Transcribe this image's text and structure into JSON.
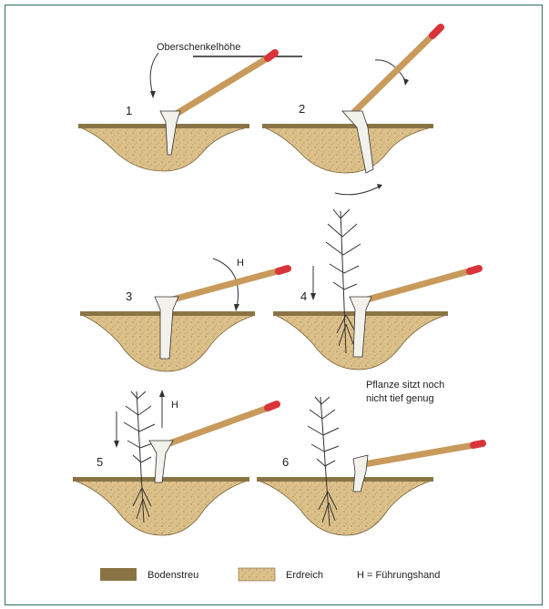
{
  "diagram": {
    "height_label": "Oberschenkelhöhe",
    "steps": [
      {
        "number": "1"
      },
      {
        "number": "2"
      },
      {
        "number": "3",
        "marker": "H"
      },
      {
        "number": "4",
        "note_line1": "Pflanze sitzt noch",
        "note_line2": "nicht tief genug"
      },
      {
        "number": "5",
        "marker": "H"
      },
      {
        "number": "6"
      }
    ]
  },
  "legend": {
    "litter": "Bodenstreu",
    "soil": "Erdreich",
    "hand": "H = Führungshand"
  },
  "colors": {
    "litter": "#8a7446",
    "soil": "#dcc08a",
    "handle": "#c89a5c",
    "tip": "#d9343c",
    "blade": "#f2f1ec",
    "frame": "#2f6f5f"
  }
}
